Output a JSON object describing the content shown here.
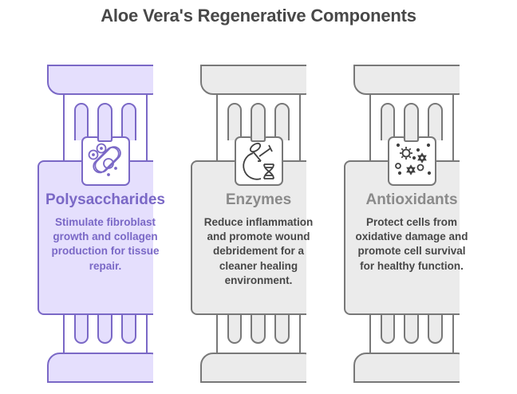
{
  "title": "Aloe Vera's Regenerative Components",
  "pillars": [
    {
      "heading": "Polysaccharides",
      "description": "Stimulate fibroblast growth and collagen production for tissue repair.",
      "icon": "polysaccharide-chain-icon",
      "state": "highlighted",
      "fill": "#e5dffd",
      "stroke": "#7a68c6",
      "heading_color": "#7a68c6",
      "text_color": "#7a68c6"
    },
    {
      "heading": "Enzymes",
      "description": "Reduce inflammation and promote wound debridement for a cleaner healing environment.",
      "icon": "enzyme-dna-icon",
      "state": "default",
      "fill": "#ebebeb",
      "stroke": "#787878",
      "heading_color": "#8a8a8a",
      "text_color": "#474747"
    },
    {
      "heading": "Antioxidants",
      "description": "Protect cells from oxidative damage and promote cell survival for healthy function.",
      "icon": "antioxidant-particles-icon",
      "state": "default",
      "fill": "#ebebeb",
      "stroke": "#787878",
      "heading_color": "#8a8a8a",
      "text_color": "#474747"
    }
  ]
}
